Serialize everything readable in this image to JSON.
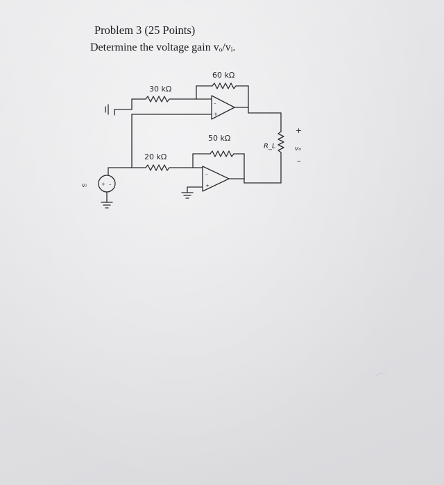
{
  "problem": {
    "title": "Problem 3 (25 Points)",
    "prompt": "Determine the voltage gain vₒ/vᵢ."
  },
  "circuit": {
    "r_in_top": "30 kΩ",
    "r_fb_top": "60 kΩ",
    "r_in_bottom": "20 kΩ",
    "r_fb_bottom": "50 kΩ",
    "load": "R_L",
    "source_label": "vᵢ",
    "output_label": "vₒ",
    "plus": "+",
    "minus": "–"
  }
}
